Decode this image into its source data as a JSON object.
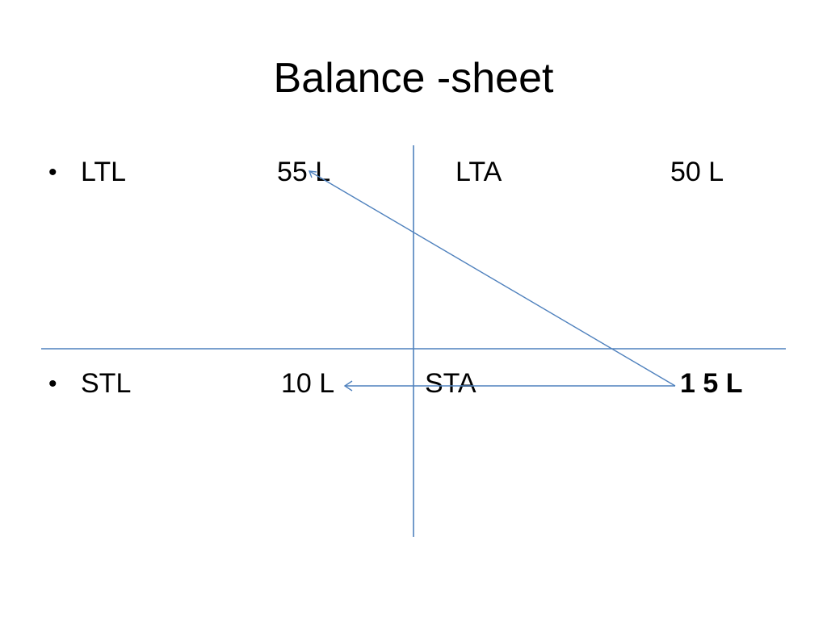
{
  "slide": {
    "title": "Balance -sheet",
    "rows": [
      {
        "bullet": "•",
        "liability_label": "LTL",
        "liability_value": "55 L",
        "asset_label": "LTA",
        "asset_value": "50 L"
      },
      {
        "bullet": "•",
        "liability_label": "STL",
        "liability_value": "10 L",
        "asset_label": "STA",
        "asset_value": "1 5 L"
      }
    ],
    "colors": {
      "line": "#4f81bd",
      "text": "#000000",
      "background": "#ffffff"
    },
    "annotations": [
      {
        "type": "arrow",
        "from": "1 5 L",
        "to": "55 L"
      },
      {
        "type": "arrow",
        "from": "1 5 L",
        "to": "10 L"
      }
    ]
  }
}
